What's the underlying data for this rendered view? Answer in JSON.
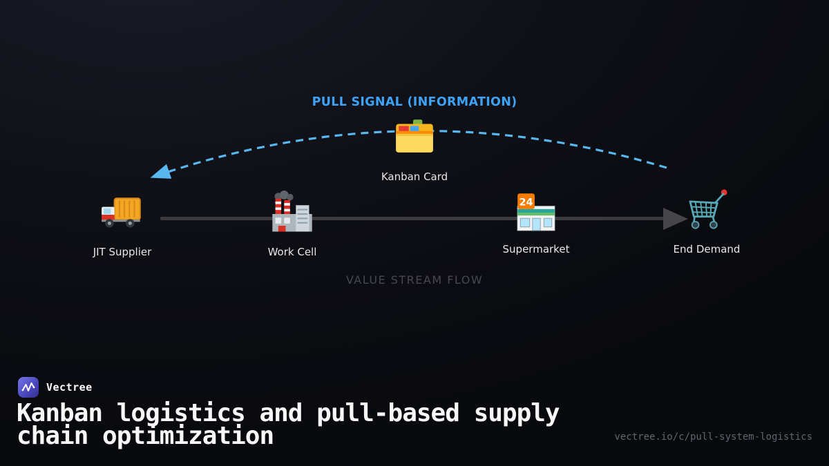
{
  "colors": {
    "background": "#0b0c11",
    "pull_signal_blue": "#3ea2f6",
    "arc_blue": "#59b7ef",
    "stream_gray": "#3b3b3e",
    "label_light": "#e8e8e6",
    "muted_gray": "#47494f",
    "logo_purple": "#4a46bb"
  },
  "diagram": {
    "pull_signal_label": "PULL SIGNAL (INFORMATION)",
    "kanban_card_label": "Kanban Card",
    "value_stream_label": "VALUE STREAM FLOW",
    "nodes": [
      {
        "label": "JIT Supplier",
        "icon": "truck-icon"
      },
      {
        "label": "Work Cell",
        "icon": "factory-icon"
      },
      {
        "label": "Supermarket",
        "icon": "store-icon",
        "sign": "24"
      },
      {
        "label": "End Demand",
        "icon": "cart-icon"
      }
    ]
  },
  "footer": {
    "brand": "Vectree",
    "headline_line1": "Kanban logistics and pull-based supply",
    "headline_line2": "chain optimization",
    "url": "vectree.io/c/pull-system-logistics"
  }
}
